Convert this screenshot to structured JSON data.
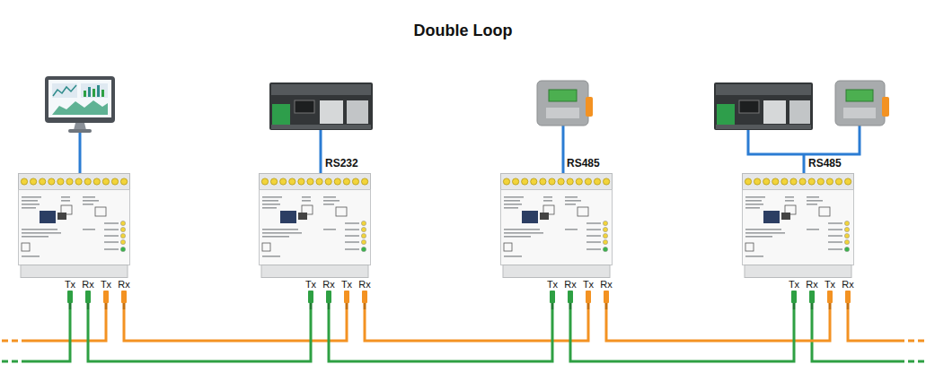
{
  "diagram": {
    "title": "Double Loop",
    "nodes": [
      {
        "text": [
          "Tx",
          "Rx",
          "Tx",
          "Rx"
        ]
      },
      {
        "text": [
          "Tx",
          "Rx",
          "Tx",
          "Rx"
        ]
      },
      {
        "text": [
          "Tx",
          "Rx",
          "Tx",
          "Rx"
        ]
      },
      {
        "text": [
          "Tx",
          "Rx",
          "Tx",
          "Rx"
        ]
      }
    ],
    "edges": [
      {
        "from": 0,
        "to": 1,
        "arrow": "none"
      },
      {
        "from": 1,
        "to": 2,
        "arrow": "none"
      },
      {
        "from": 2,
        "to": 3,
        "arrow": "none"
      },
      {
        "from": 0,
        "to": 1,
        "arrow": "none"
      },
      {
        "from": 1,
        "to": 2,
        "arrow": "none"
      },
      {
        "from": 2,
        "to": 3,
        "arrow": "none"
      }
    ],
    "labels": [
      "RS232",
      "RS485",
      "RS485"
    ]
  }
}
